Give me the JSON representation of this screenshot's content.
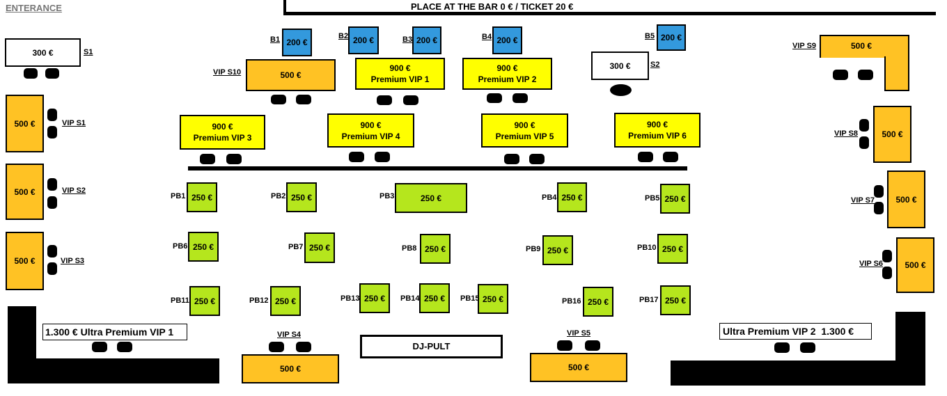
{
  "entrance": "ENTERANCE",
  "bar_text": "PLACE AT THE BAR 0 € / TICKET 20 €",
  "dj": "DJ-PULT",
  "standard": {
    "s1": {
      "label": "S1",
      "price": "300 €"
    },
    "s2": {
      "label": "S2",
      "price": "300 €"
    },
    "b1": {
      "label": "B1",
      "price": "200 €"
    },
    "b2": {
      "label": "B2",
      "price": "200 €"
    },
    "b3": {
      "label": "B3",
      "price": "200 €"
    },
    "b4": {
      "label": "B4",
      "price": "200 €"
    },
    "b5": {
      "label": "B5",
      "price": "200 €"
    }
  },
  "vip": {
    "s1": {
      "label": "VIP S1",
      "price": "500 €"
    },
    "s2": {
      "label": "VIP S2",
      "price": "500 €"
    },
    "s3": {
      "label": "VIP S3",
      "price": "500 €"
    },
    "s4": {
      "label": "VIP S4",
      "price": "500 €"
    },
    "s5": {
      "label": "VIP S5",
      "price": "500 €"
    },
    "s6": {
      "label": "VIP S6",
      "price": "500 €"
    },
    "s7": {
      "label": "VIP S7",
      "price": "500 €"
    },
    "s8": {
      "label": "VIP S8",
      "price": "500 €"
    },
    "s9": {
      "label": "VIP S9",
      "price": "500 €"
    },
    "s10": {
      "label": "VIP S10",
      "price": "500 €"
    }
  },
  "premium": {
    "p1": {
      "price": "900 €",
      "name": "Premium VIP 1"
    },
    "p2": {
      "price": "900 €",
      "name": "Premium VIP 2"
    },
    "p3": {
      "price": "900 €",
      "name": "Premium VIP 3"
    },
    "p4": {
      "price": "900 €",
      "name": "Premium VIP 4"
    },
    "p5": {
      "price": "900 €",
      "name": "Premium VIP 5"
    },
    "p6": {
      "price": "900 €",
      "name": "Premium VIP 6"
    }
  },
  "ultra": {
    "u1": "1.300 € Ultra Premium VIP 1",
    "u2": "Ultra Premium VIP 2  1.300 €"
  },
  "pb_price": "250 €",
  "pb": {
    "pb1": "PB1",
    "pb2": "PB2",
    "pb3": "PB3",
    "pb4": "PB4",
    "pb5": "PB5",
    "pb6": "PB6",
    "pb7": "PB7",
    "pb8": "PB8",
    "pb9": "PB9",
    "pb10": "PB10",
    "pb11": "PB11",
    "pb12": "PB12",
    "pb13": "PB13",
    "pb14": "PB14",
    "pb15": "PB15",
    "pb16": "PB16",
    "pb17": "PB17"
  }
}
